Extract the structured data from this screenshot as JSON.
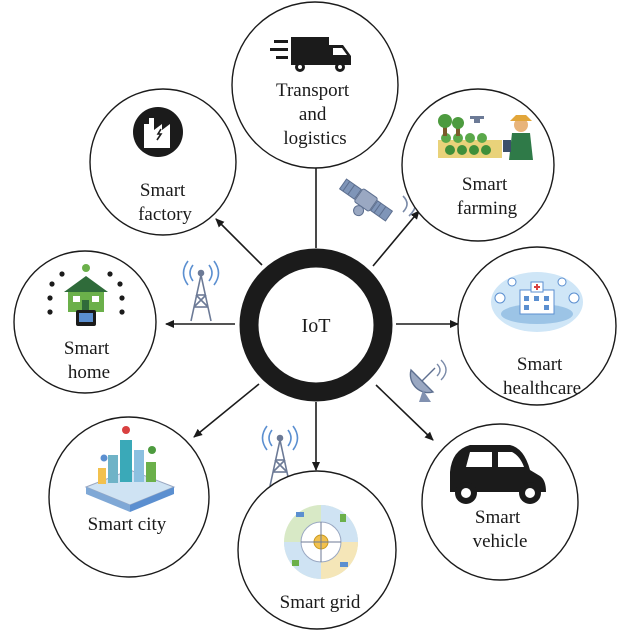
{
  "hub": {
    "label": "IoT"
  },
  "nodes": {
    "transport": {
      "lines": [
        "Transport",
        "and",
        "logistics"
      ],
      "icon": "truck-icon"
    },
    "farming": {
      "lines": [
        "Smart",
        "farming"
      ],
      "icon": "farming-icon"
    },
    "healthcare": {
      "lines": [
        "Smart",
        "healthcare"
      ],
      "icon": "hospital-icon"
    },
    "vehicle": {
      "lines": [
        "Smart",
        "vehicle"
      ],
      "icon": "car-icon"
    },
    "grid": {
      "lines": [
        "Smart grid"
      ],
      "icon": "power-grid-icon"
    },
    "city": {
      "lines": [
        "Smart city"
      ],
      "icon": "city-icon"
    },
    "home": {
      "lines": [
        "Smart",
        "home"
      ],
      "icon": "house-icon"
    },
    "factory": {
      "lines": [
        "Smart",
        "factory"
      ],
      "icon": "factory-icon"
    }
  },
  "colors": {
    "ring": "#1b1b1b",
    "outline": "#1b1b1b",
    "arrow": "#1b1b1b",
    "decor_gray": "#7a8aa8",
    "decor_blue": "#5b8fd0",
    "teal": "#3aa9b8",
    "green": "#6bb04a",
    "yellow": "#f2c14e"
  }
}
